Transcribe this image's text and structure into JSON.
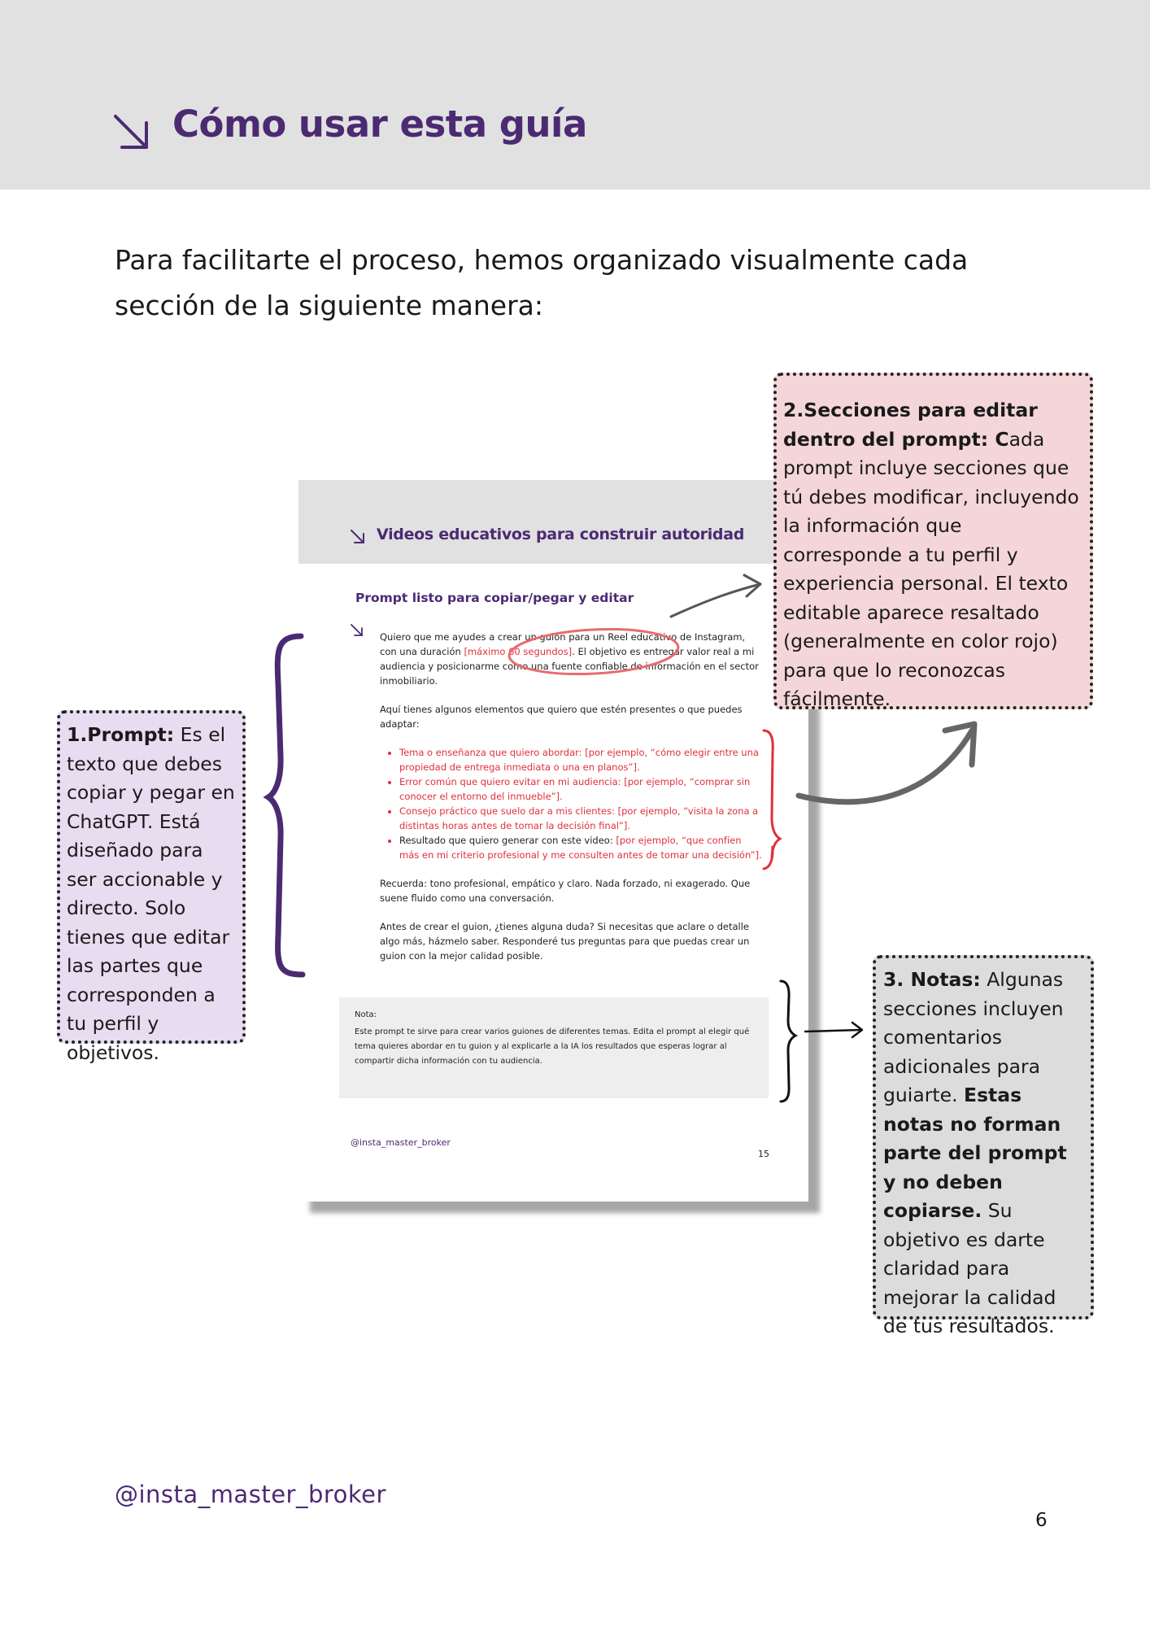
{
  "header": {
    "title": "Cómo usar esta guía",
    "icon": "arrow-down-right-icon"
  },
  "intro": {
    "line1": "Para facilitarte el proceso, hemos organizado visualmente cada",
    "line2": "sección de la siguiente manera:"
  },
  "example_page": {
    "title": "Videos educativos para construir autoridad",
    "subtitle": "Prompt listo para copiar/pegar y editar",
    "p1_a": "Quiero que me ayudes a crear un guion para un Reel educativo de Instagram, con una duración ",
    "p1_red": "[máximo 60 segundos]",
    "p1_b": ". El objetivo es entregar valor real a mi audiencia y posicionarme como una fuente confiable de información en el sector inmobiliario.",
    "p2": "Aquí tienes algunos elementos que quiero que estén presentes o que puedes adaptar:",
    "items": [
      {
        "text": "Tema o enseñanza que quiero abordar: [por ejemplo, “cómo elegir entre una propiedad de entrega inmediata o una en planos”]."
      },
      {
        "text": "Error común que quiero evitar en mi audiencia: [por ejemplo, “comprar sin conocer el entorno del inmueble”]."
      },
      {
        "text": "Consejo práctico que suelo dar a mis clientes: [por ejemplo, “visita la zona a distintas horas antes de tomar la decisión final”]."
      },
      {
        "lead": "Resultado que quiero generar con este video: ",
        "text": "[por ejemplo, “que confíen más en mi criterio profesional y me consulten antes de tomar una decisión”]."
      }
    ],
    "p3": "Recuerda: tono profesional, empático y claro. Nada forzado, ni exagerado.  Que suene fluido como una conversación.",
    "p4": "Antes de crear el guion, ¿tienes alguna duda? Si necesitas que aclare o detalle algo más, házmelo saber. Responderé tus preguntas para que puedas crear un guion con la mejor calidad posible.",
    "note_label": "Nota:",
    "note_text": "Este prompt te sirve para crear varios guiones de diferentes temas.  Edita el prompt al elegir qué tema quieres abordar en tu guion y al explicarle a la IA los resultados que esperas lograr al compartir dicha información con tu audiencia.",
    "handle": "@insta_master_broker",
    "page": "15"
  },
  "callouts": {
    "prompt": {
      "title": "1.Prompt:",
      "text": " Es el texto que debes copiar y pegar en ChatGPT. Está diseñado para ser accionable y directo. Solo tienes que editar las partes que corresponden a tu perfil y objetivos."
    },
    "editable": {
      "title": "2.Secciones para editar dentro del prompt: C",
      "text": "ada prompt incluye secciones que tú debes modificar, incluyendo la información que corresponde a tu perfil y experiencia personal. El texto editable aparece resaltado (generalmente en color rojo) para que lo reconozcas fácilmente."
    },
    "notes": {
      "title": "3. Notas:",
      "text_a": " Algunas secciones incluyen comentarios adicionales para guiarte. ",
      "bold": "Estas notas no forman parte del prompt y no deben copiarse.",
      "text_b": " Su objetivo es darte claridad para mejorar la calidad de tus resultados."
    }
  },
  "colors": {
    "brand_purple": "#4b2a72",
    "editable_red": "#e0303a",
    "header_gray": "#e1e1e1",
    "prompt_box": "#e8dcf0",
    "editable_box": "#f5d6d8",
    "notes_box": "#dcdcdc"
  },
  "footer": {
    "handle": "@insta_master_broker",
    "page": "6"
  }
}
